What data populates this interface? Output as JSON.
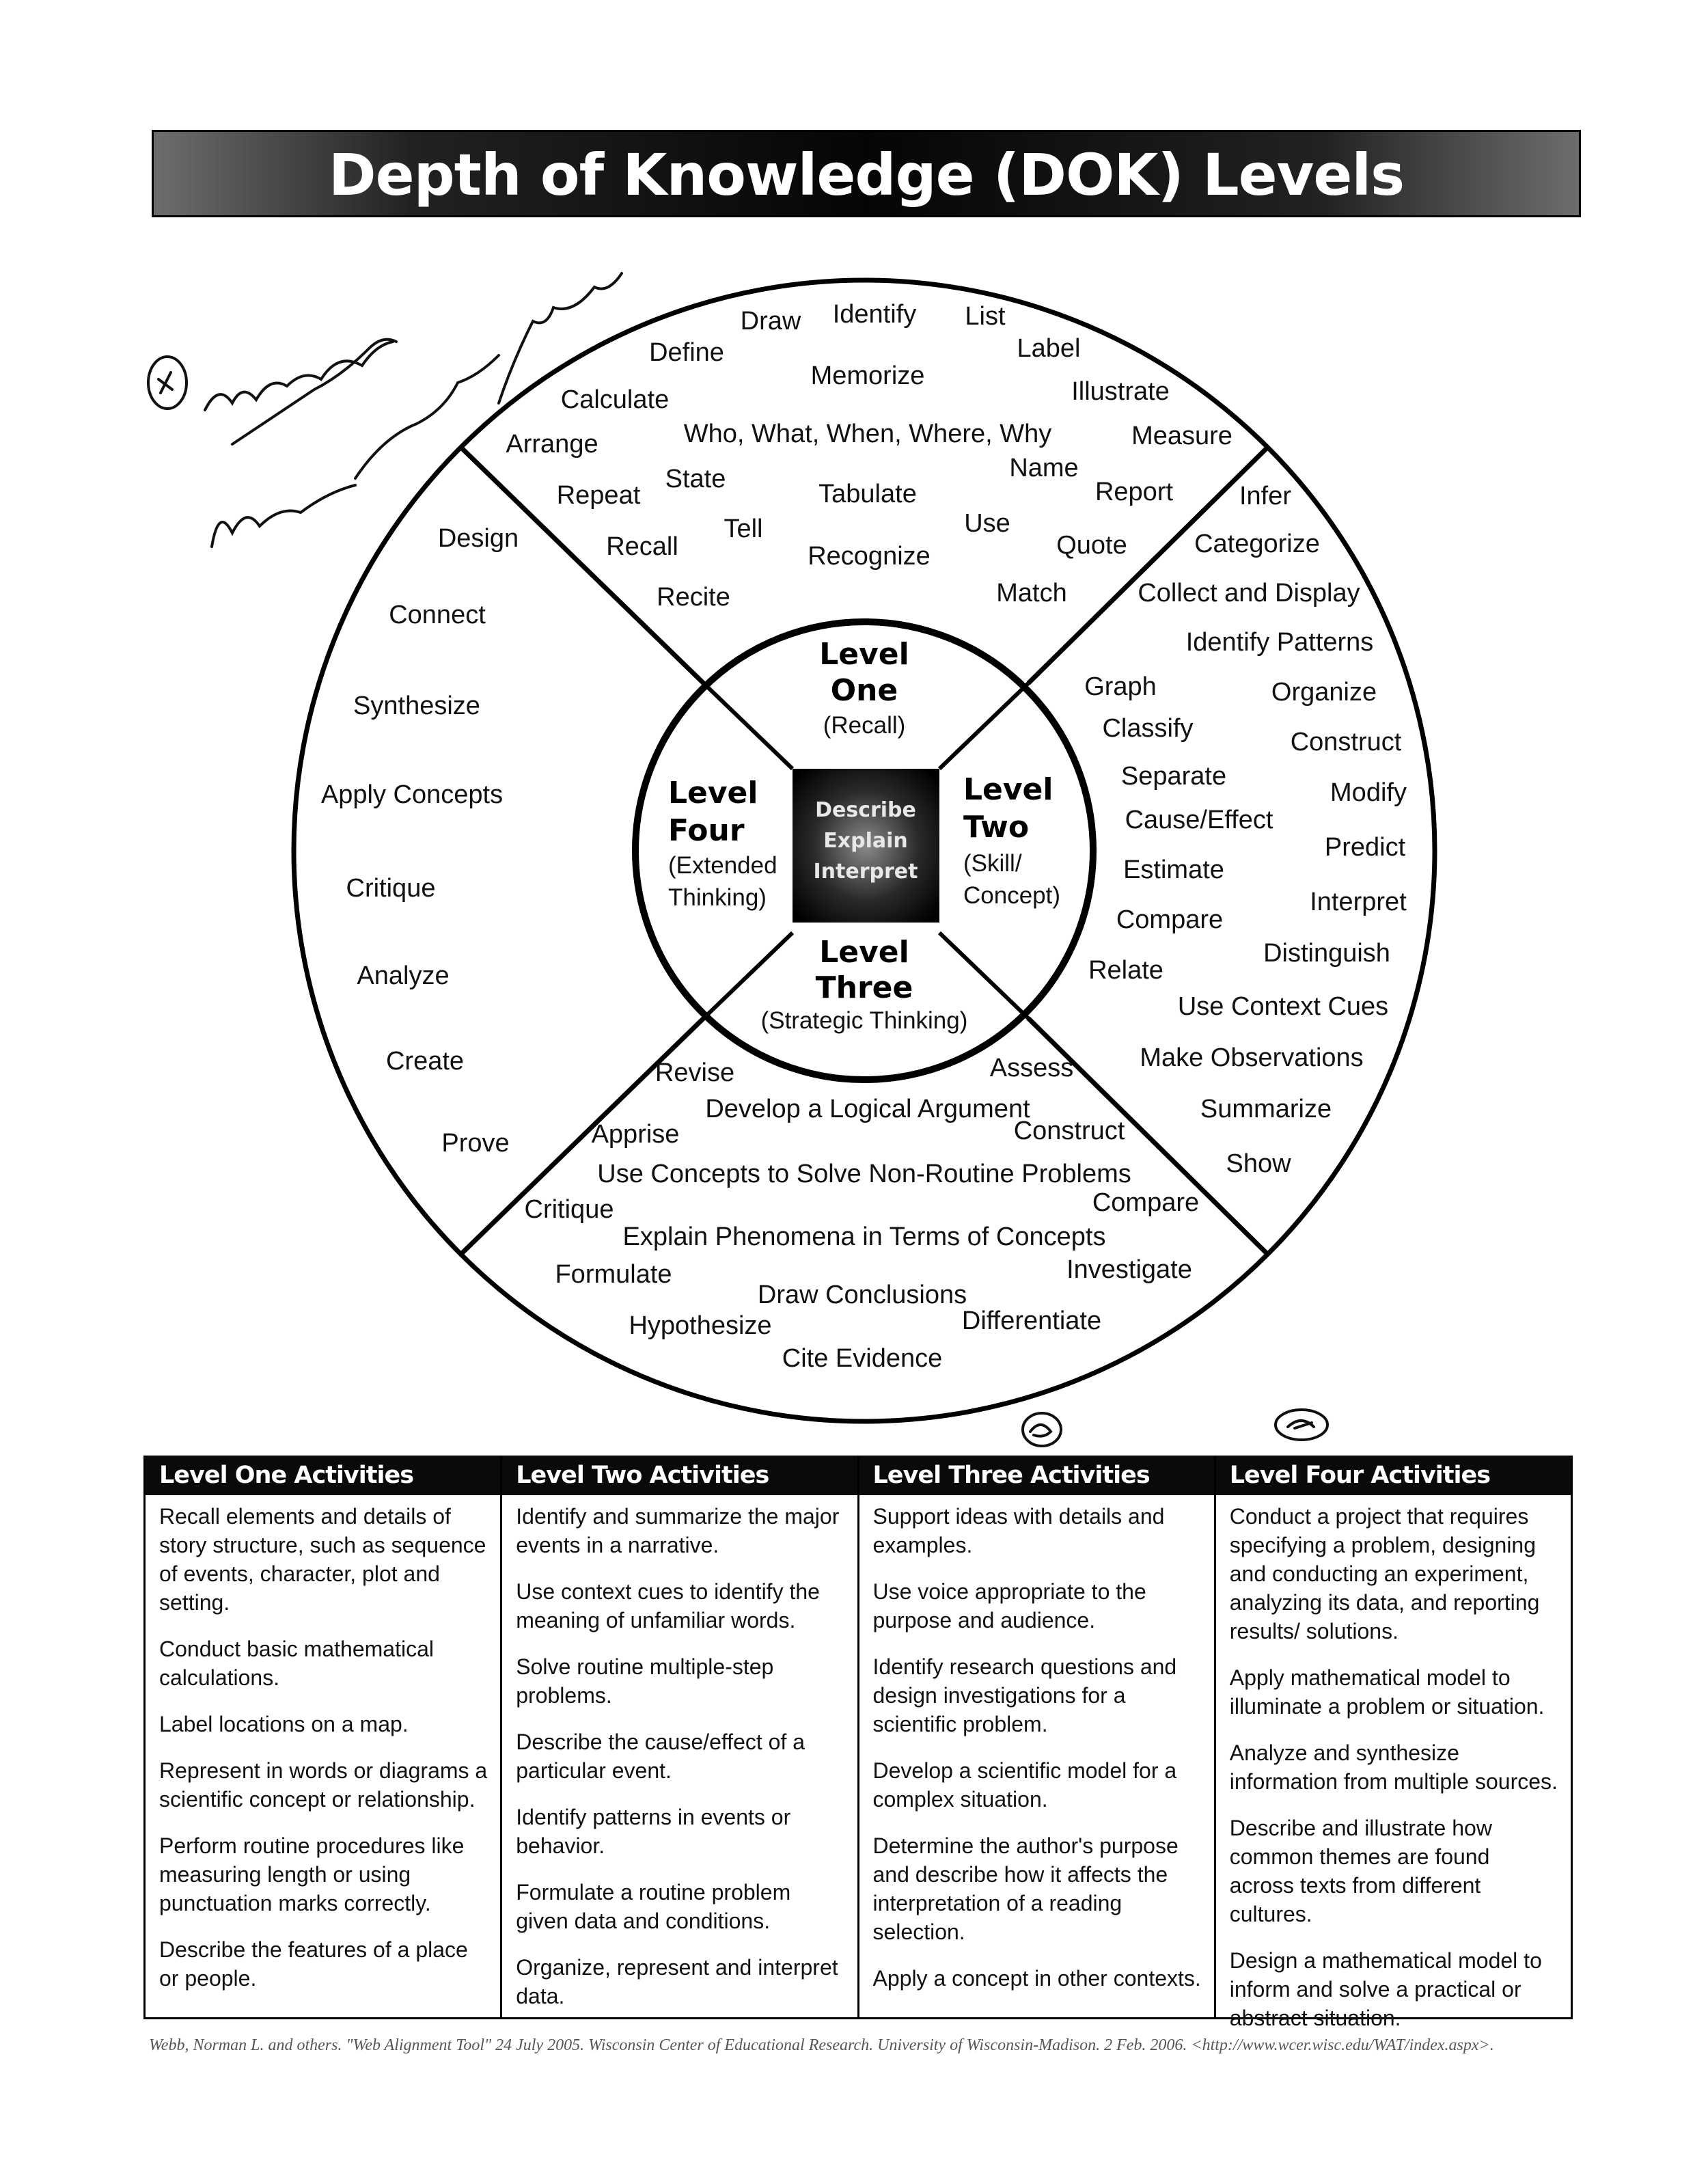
{
  "title": "Depth of Knowledge (DOK) Levels",
  "center": [
    "Describe",
    "Explain",
    "Interpret"
  ],
  "levels": {
    "one": {
      "word": "Level",
      "num": "One",
      "sub": "(Recall)"
    },
    "two": {
      "word": "Level",
      "num": "Two",
      "sub1": "(Skill/",
      "sub2": "Concept)"
    },
    "three": {
      "word": "Level",
      "num": "Three",
      "sub": "(Strategic Thinking)"
    },
    "four": {
      "word": "Level",
      "num": "Four",
      "sub1": "(Extended",
      "sub2": "Thinking)"
    }
  },
  "wheel": {
    "level_one_words": [
      "Draw",
      "Identify",
      "List",
      "Define",
      "Label",
      "Memorize",
      "Calculate",
      "Illustrate",
      "Arrange",
      "Who, What, When, Where, Why",
      "Measure",
      "Name",
      "State",
      "Repeat",
      "Tabulate",
      "Report",
      "Tell",
      "Use",
      "Recall",
      "Recognize",
      "Quote",
      "Recite",
      "Match"
    ],
    "level_two_words": [
      "Infer",
      "Categorize",
      "Collect and Display",
      "Identify Patterns",
      "Graph",
      "Organize",
      "Classify",
      "Construct",
      "Separate",
      "Modify",
      "Cause/Effect",
      "Predict",
      "Estimate",
      "Interpret",
      "Compare",
      "Distinguish",
      "Relate",
      "Use Context Cues",
      "Make Observations",
      "Summarize",
      "Show"
    ],
    "level_three_words": [
      "Revise",
      "Assess",
      "Develop a Logical Argument",
      "Apprise",
      "Construct",
      "Use Concepts to Solve Non-Routine Problems",
      "Critique",
      "Compare",
      "Explain Phenomena in Terms of Concepts",
      "Formulate",
      "Investigate",
      "Draw Conclusions",
      "Hypothesize",
      "Differentiate",
      "Cite Evidence"
    ],
    "level_four_words": [
      "Design",
      "Connect",
      "Synthesize",
      "Apply Concepts",
      "Critique",
      "Analyze",
      "Create",
      "Prove"
    ]
  },
  "activities": [
    {
      "heading": "Level One Activities",
      "items": [
        "Recall elements and details of story structure, such as sequence of events, character, plot and setting.",
        "Conduct basic mathematical calculations.",
        "Label locations on a map.",
        "Represent in words or diagrams a scientific concept or relationship.",
        "Perform routine procedures like measuring length or using punctuation marks correctly.",
        "Describe the features of a place or people."
      ]
    },
    {
      "heading": "Level Two Activities",
      "items": [
        "Identify and summarize the major events in a narrative.",
        "Use context cues to identify the meaning of unfamiliar words.",
        "Solve routine multiple-step problems.",
        "Describe the cause/effect of a particular event.",
        "Identify patterns in events or behavior.",
        "Formulate a routine problem given data and conditions.",
        "Organize, represent and interpret data."
      ]
    },
    {
      "heading": "Level Three Activities",
      "items": [
        "Support ideas with details and examples.",
        "Use voice appropriate to the purpose and audience.",
        "Identify research questions and design investigations for a scientific problem.",
        "Develop a scientific model for a complex situation.",
        "Determine the author's purpose and describe how it affects the interpretation of a reading selection.",
        "Apply a concept in other contexts."
      ]
    },
    {
      "heading": "Level Four Activities",
      "items": [
        "Conduct a project that requires specifying a problem, designing and conducting an experiment, analyzing its data, and reporting results/ solutions.",
        "Apply mathematical model to illuminate a problem or situation.",
        "Analyze and synthesize information from multiple sources.",
        "Describe and illustrate how common themes are found across texts from different cultures.",
        "Design a mathematical model to inform and solve a practical or abstract situation."
      ]
    }
  ],
  "citation": "Webb, Norman L. and others. \"Web Alignment Tool\" 24 July 2005. Wisconsin Center of Educational Research. University of Wisconsin-Madison. 2 Feb. 2006. <http://www.wcer.wisc.edu/WAT/index.aspx>."
}
